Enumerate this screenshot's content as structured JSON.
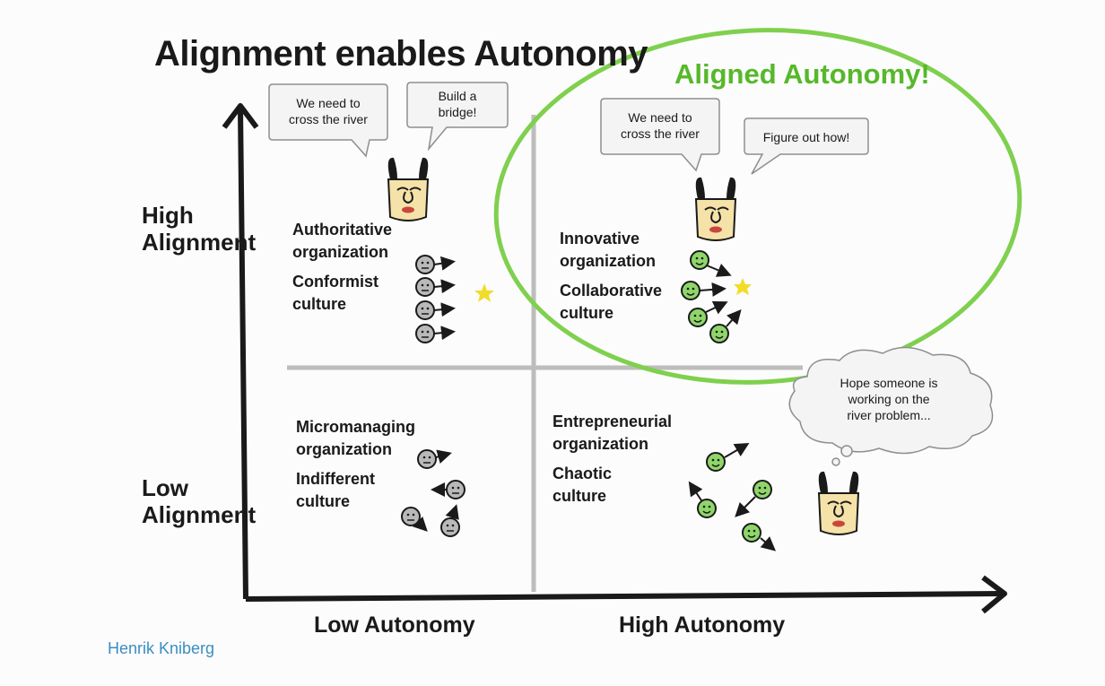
{
  "title": "Alignment enables Autonomy",
  "aligned_title": "Aligned Autonomy!",
  "axes": {
    "y_high": "High\nAlignment",
    "y_low": "Low\nAlignment",
    "x_low": "Low Autonomy",
    "x_high": "High Autonomy"
  },
  "quadrants": {
    "top_left": {
      "org": "Authoritative\norganization",
      "culture": "Conformist\nculture",
      "bubble_1": "We need to\ncross the river",
      "bubble_2": "Build a\nbridge!"
    },
    "top_right": {
      "org": "Innovative\norganization",
      "culture": "Collaborative\nculture",
      "bubble_1": "We need to\ncross the river",
      "bubble_2": "Figure out how!"
    },
    "bottom_left": {
      "org": "Micromanaging\norganization",
      "culture": "Indifferent\nculture"
    },
    "bottom_right": {
      "org": "Entrepreneurial\norganization",
      "culture": "Chaotic\nculture",
      "thought": "Hope someone is\nworking on the\nriver problem..."
    }
  },
  "credit": "Henrik Kniberg",
  "colors": {
    "accent_green": "#56b82a",
    "face_green": "#8fd66a",
    "face_gray": "#b9b9b9",
    "credit_blue": "#3c8dc4",
    "divider_gray": "#bdbdbd"
  }
}
